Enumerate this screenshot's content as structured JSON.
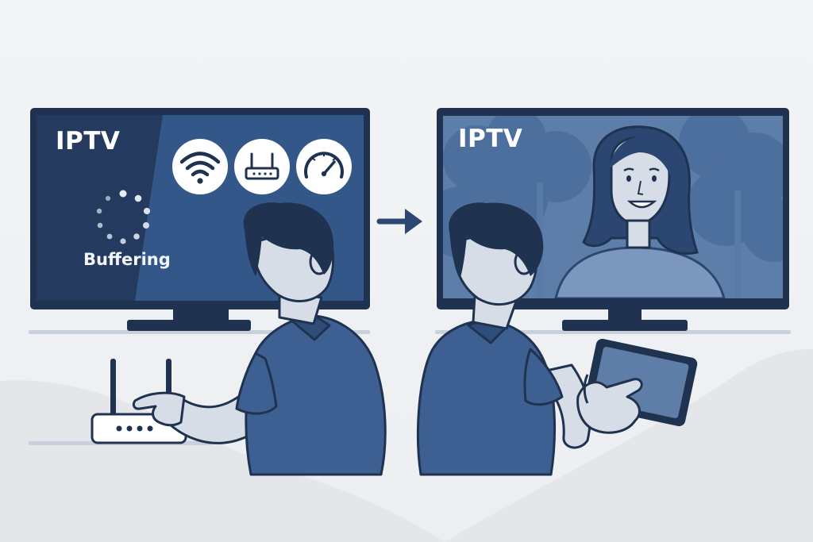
{
  "left_panel": {
    "tv_title": "IPTV",
    "status": "Buffering",
    "icons": [
      "wifi-icon",
      "router-icon",
      "speedometer-icon"
    ],
    "devices": [
      "router"
    ]
  },
  "transition": {
    "icon": "arrow-right-icon"
  },
  "right_panel": {
    "tv_title": "IPTV",
    "devices": [
      "tablet"
    ]
  },
  "colors": {
    "navy": "#1f3350",
    "screen_dark": "#23395c",
    "screen_mid": "#345789",
    "shirt": "#3d5f91",
    "skin": "#d7dde6",
    "hair": "#1f3350",
    "background": "#f1f2f4"
  }
}
